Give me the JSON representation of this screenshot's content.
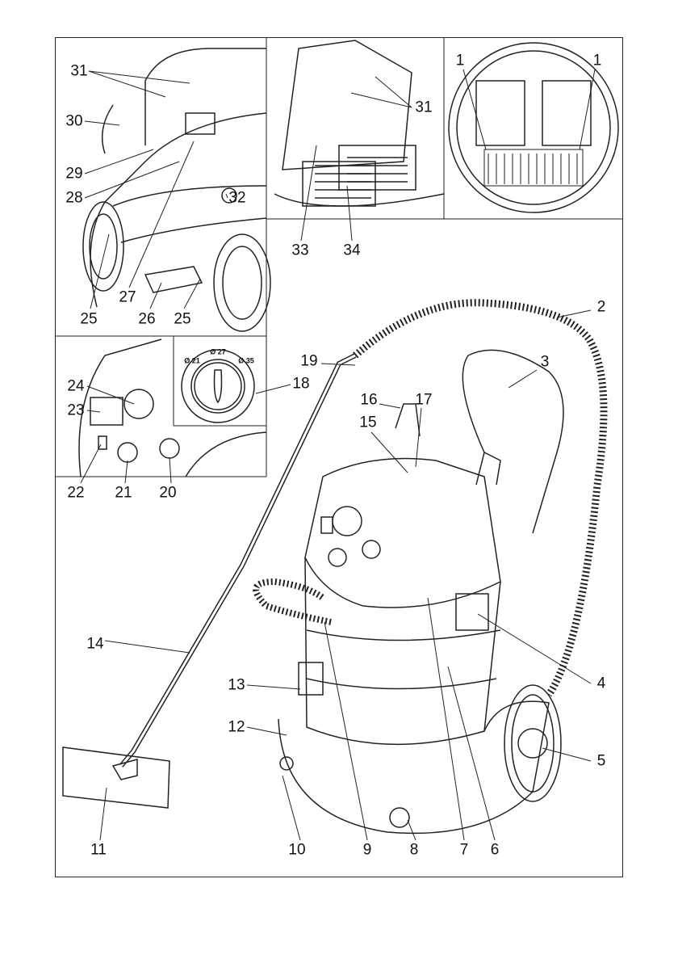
{
  "labels": {
    "l31a": "31",
    "l30": "30",
    "l29": "29",
    "l28": "28",
    "l32": "32",
    "l27": "27",
    "l25a": "25",
    "l26": "26",
    "l25b": "25",
    "l31b": "31",
    "l1a": "1",
    "l1b": "1",
    "l33": "33",
    "l34": "34",
    "l2": "2",
    "l3": "3",
    "l19": "19",
    "l18": "18",
    "l16": "16",
    "l17": "17",
    "l15": "15",
    "l24": "24",
    "l23": "23",
    "l22": "22",
    "l21": "21",
    "l20": "20",
    "l14": "14",
    "l13": "13",
    "l4": "4",
    "l12": "12",
    "l5": "5",
    "l11": "11",
    "l10": "10",
    "l9": "9",
    "l8": "8",
    "l7": "7",
    "l6": "6"
  },
  "dial": {
    "left": "Ø 21",
    "center": "Ø 27",
    "right": "Ø 35"
  }
}
